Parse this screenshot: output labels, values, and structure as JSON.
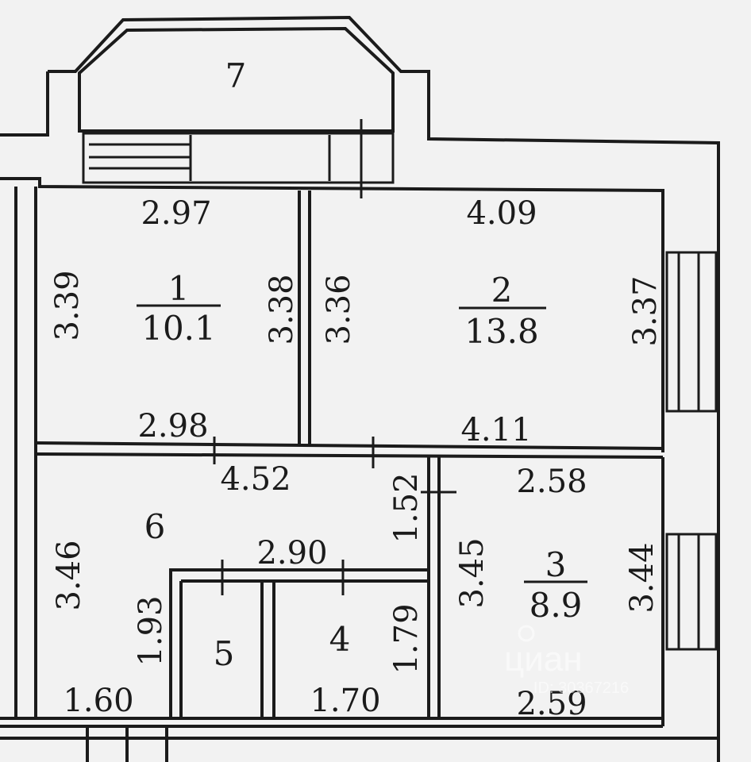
{
  "rooms": [
    {
      "number": "1",
      "area": "10.1"
    },
    {
      "number": "2",
      "area": "13.8"
    },
    {
      "number": "3",
      "area": "8.9"
    },
    {
      "number": "4"
    },
    {
      "number": "5"
    },
    {
      "number": "6"
    },
    {
      "number": "7"
    }
  ],
  "dimensions": {
    "r1_top": "2.97",
    "r1_left": "3.39",
    "r1_right": "3.38",
    "r1_bottom": "2.98",
    "r2_top": "4.09",
    "r2_left": "3.36",
    "r2_right": "3.37",
    "r2_bottom": "4.11",
    "r6_top": "4.52",
    "r6_left": "3.46",
    "r6_right": "1.52",
    "r6_mid": "2.90",
    "r6_bottom": "1.60",
    "r6_low_left": "1.93",
    "r3_top": "2.58",
    "r3_left": "3.45",
    "r3_right": "3.44",
    "r3_bottom": "2.59",
    "r4_right": "1.79",
    "r4_bottom": "1.70"
  },
  "watermark": {
    "brand": "циан",
    "id": "ID: 30367216"
  },
  "colors": {
    "line": "#1b1b1b",
    "paper": "#f2f2f2",
    "wall_fill": "#ececec"
  }
}
